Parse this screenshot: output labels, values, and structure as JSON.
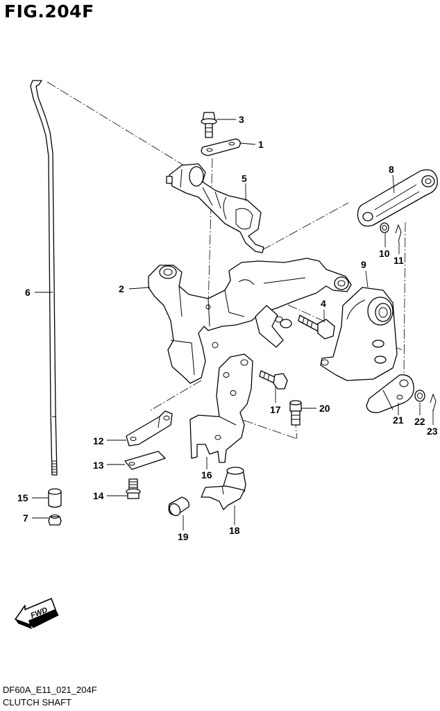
{
  "figure": {
    "title": "FIG.204F",
    "code": "DF60A_E11_021_204F",
    "subtitle": "CLUTCH SHAFT"
  },
  "direction_badge": "FWD",
  "callouts": [
    {
      "id": "c1",
      "label": "1"
    },
    {
      "id": "c2",
      "label": "2"
    },
    {
      "id": "c3",
      "label": "3"
    },
    {
      "id": "c4",
      "label": "4"
    },
    {
      "id": "c5",
      "label": "5"
    },
    {
      "id": "c6",
      "label": "6"
    },
    {
      "id": "c7",
      "label": "7"
    },
    {
      "id": "c8",
      "label": "8"
    },
    {
      "id": "c9",
      "label": "9"
    },
    {
      "id": "c10",
      "label": "10"
    },
    {
      "id": "c11",
      "label": "11"
    },
    {
      "id": "c12",
      "label": "12"
    },
    {
      "id": "c13",
      "label": "13"
    },
    {
      "id": "c14",
      "label": "14"
    },
    {
      "id": "c15",
      "label": "15"
    },
    {
      "id": "c16",
      "label": "16"
    },
    {
      "id": "c17",
      "label": "17"
    },
    {
      "id": "c18",
      "label": "18"
    },
    {
      "id": "c19",
      "label": "19"
    },
    {
      "id": "c20",
      "label": "20"
    },
    {
      "id": "c21",
      "label": "21"
    },
    {
      "id": "c22",
      "label": "22"
    },
    {
      "id": "c23",
      "label": "23"
    }
  ]
}
